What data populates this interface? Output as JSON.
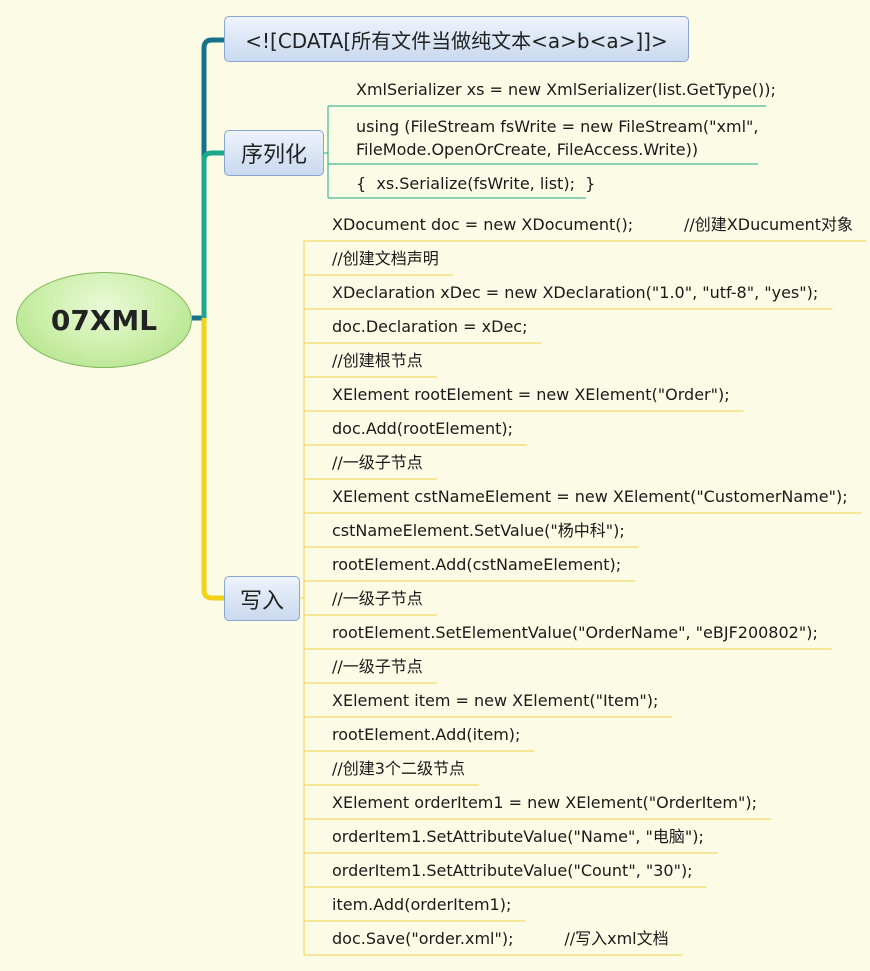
{
  "root": {
    "label": "07XML"
  },
  "branches": {
    "cdata": {
      "label": "<![CDATA[所有文件当做纯文本<a>b<a>]]>"
    },
    "serialize": {
      "label": "序列化",
      "items": [
        "XmlSerializer xs = new XmlSerializer(list.GetType());",
        "using (FileStream fsWrite = new FileStream(\"xml\",\nFileMode.OpenOrCreate, FileAccess.Write))",
        "{  xs.Serialize(fsWrite, list);  }"
      ]
    },
    "write": {
      "label": "写入",
      "items": [
        "XDocument doc = new XDocument();          //创建XDucument对象",
        "//创建文档声明",
        "XDeclaration xDec = new XDeclaration(\"1.0\", \"utf-8\", \"yes\");",
        "doc.Declaration = xDec;",
        "//创建根节点",
        "XElement rootElement = new XElement(\"Order\");",
        "doc.Add(rootElement);",
        "//一级子节点",
        "XElement cstNameElement = new XElement(\"CustomerName\");",
        "cstNameElement.SetValue(\"杨中科\");",
        "rootElement.Add(cstNameElement);",
        "//一级子节点",
        "rootElement.SetElementValue(\"OrderName\", \"eBJF200802\");",
        "//一级子节点",
        "XElement item = new XElement(\"Item\");",
        "rootElement.Add(item);",
        "//创建3个二级节点",
        "XElement orderItem1 = new XElement(\"OrderItem\");",
        "orderItem1.SetAttributeValue(\"Name\", \"电脑\");",
        "orderItem1.SetAttributeValue(\"Count\", \"30\");",
        "item.Add(orderItem1);",
        "doc.Save(\"order.xml\");          //写入xml文档"
      ]
    }
  },
  "colors": {
    "cdata_link": "#17718a",
    "serialize_link": "#1aa98c",
    "write_link": "#f2d21a",
    "serialize_underline": "#1aa98c",
    "write_underline": "#eed34a",
    "root_fill": "#c9eea6",
    "node_fill": "#d6e2f3"
  }
}
